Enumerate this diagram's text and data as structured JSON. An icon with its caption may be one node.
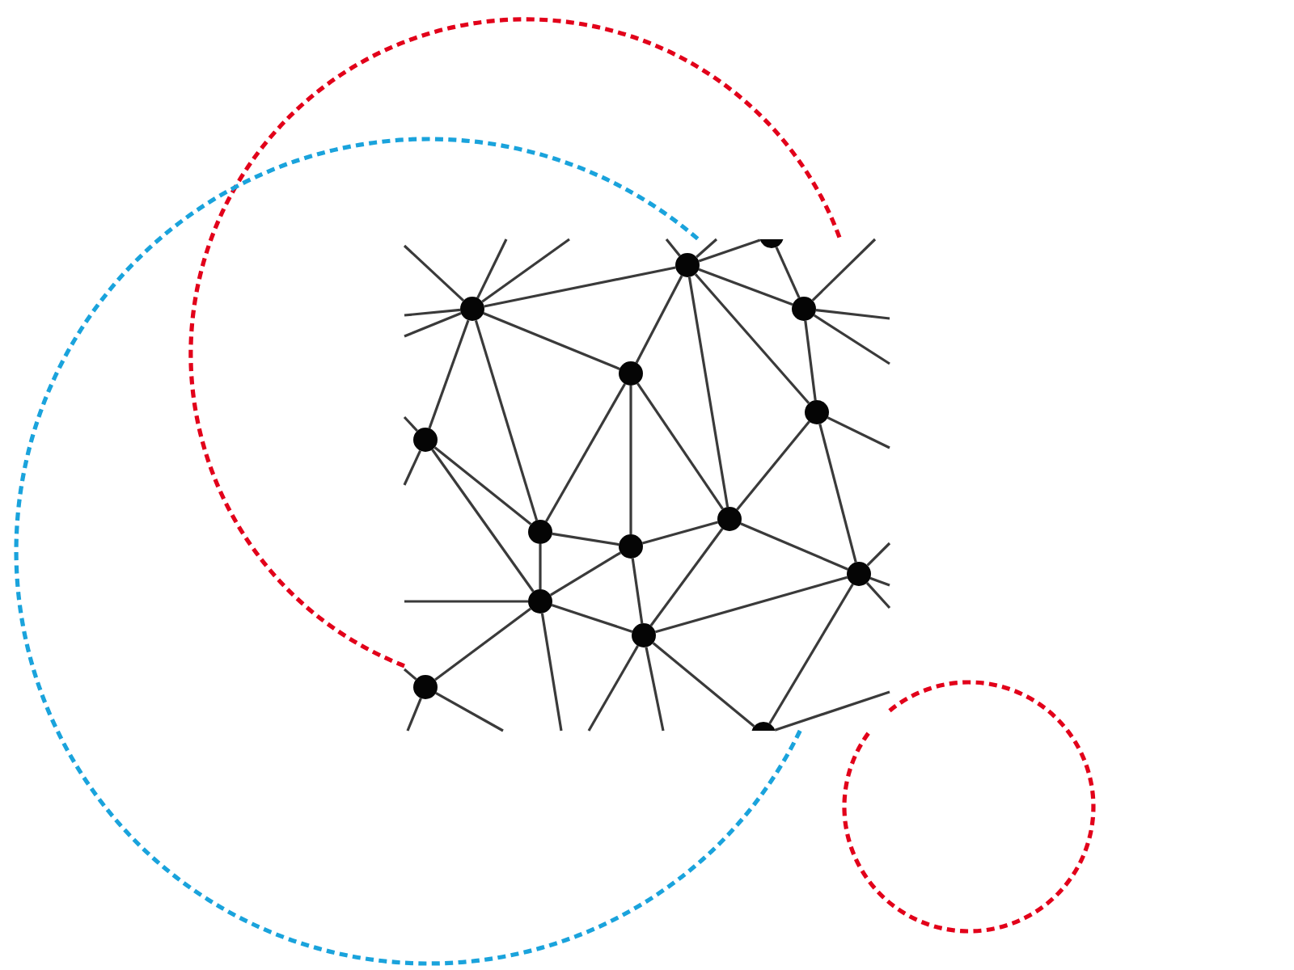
{
  "diagram": {
    "nodes": [
      {
        "text": [],
        "shape": "circle"
      },
      {
        "text": [],
        "shape": "circle"
      },
      {
        "text": [],
        "shape": "circle"
      },
      {
        "text": [],
        "shape": "circle"
      },
      {
        "text": [],
        "shape": "circle"
      },
      {
        "text": [],
        "shape": "circle"
      },
      {
        "text": [],
        "shape": "circle"
      },
      {
        "text": [],
        "shape": "circle"
      },
      {
        "text": [],
        "shape": "circle"
      },
      {
        "text": [],
        "shape": "circle"
      },
      {
        "text": [],
        "shape": "circle"
      },
      {
        "text": [],
        "shape": "circle"
      },
      {
        "text": [],
        "shape": "circle"
      },
      {
        "text": [],
        "shape": "circle"
      },
      {
        "text": [],
        "shape": "circle"
      }
    ],
    "edges": [
      {
        "from": 1,
        "to": 0,
        "arrow": "none"
      },
      {
        "from": 0,
        "to": 3,
        "arrow": "none"
      },
      {
        "from": 2,
        "to": 1,
        "arrow": "none"
      },
      {
        "from": 1,
        "to": 3,
        "arrow": "none"
      },
      {
        "from": 1,
        "to": 4,
        "arrow": "none"
      },
      {
        "from": 1,
        "to": 5,
        "arrow": "none"
      },
      {
        "from": 1,
        "to": 7,
        "arrow": "none"
      },
      {
        "from": 2,
        "to": 4,
        "arrow": "none"
      },
      {
        "from": 2,
        "to": 6,
        "arrow": "none"
      },
      {
        "from": 2,
        "to": 8,
        "arrow": "none"
      },
      {
        "from": 3,
        "to": 5,
        "arrow": "none"
      },
      {
        "from": 4,
        "to": 8,
        "arrow": "none"
      },
      {
        "from": 4,
        "to": 9,
        "arrow": "none"
      },
      {
        "from": 4,
        "to": 7,
        "arrow": "none"
      },
      {
        "from": 5,
        "to": 7,
        "arrow": "none"
      },
      {
        "from": 5,
        "to": 10,
        "arrow": "none"
      },
      {
        "from": 6,
        "to": 8,
        "arrow": "none"
      },
      {
        "from": 6,
        "to": 11,
        "arrow": "none"
      },
      {
        "from": 8,
        "to": 9,
        "arrow": "none"
      },
      {
        "from": 8,
        "to": 11,
        "arrow": "none"
      },
      {
        "from": 9,
        "to": 7,
        "arrow": "none"
      },
      {
        "from": 9,
        "to": 11,
        "arrow": "none"
      },
      {
        "from": 9,
        "to": 12,
        "arrow": "none"
      },
      {
        "from": 7,
        "to": 12,
        "arrow": "none"
      },
      {
        "from": 7,
        "to": 10,
        "arrow": "none"
      },
      {
        "from": 11,
        "to": 12,
        "arrow": "none"
      },
      {
        "from": 11,
        "to": 13,
        "arrow": "none"
      },
      {
        "from": 12,
        "to": 10,
        "arrow": "none"
      },
      {
        "from": 12,
        "to": 14,
        "arrow": "none"
      },
      {
        "from": 10,
        "to": 14,
        "arrow": "none"
      },
      {
        "from": 2,
        "to": null,
        "arrow": "none"
      },
      {
        "from": 2,
        "to": null,
        "arrow": "none"
      },
      {
        "from": 2,
        "to": null,
        "arrow": "none"
      },
      {
        "from": 2,
        "to": null,
        "arrow": "none"
      },
      {
        "from": 2,
        "to": null,
        "arrow": "none"
      },
      {
        "from": 1,
        "to": null,
        "arrow": "none"
      },
      {
        "from": 1,
        "to": null,
        "arrow": "none"
      },
      {
        "from": 3,
        "to": null,
        "arrow": "none"
      },
      {
        "from": 3,
        "to": null,
        "arrow": "none"
      },
      {
        "from": 3,
        "to": null,
        "arrow": "none"
      },
      {
        "from": 5,
        "to": null,
        "arrow": "none"
      },
      {
        "from": 6,
        "to": null,
        "arrow": "none"
      },
      {
        "from": 6,
        "to": null,
        "arrow": "none"
      },
      {
        "from": 10,
        "to": null,
        "arrow": "none"
      },
      {
        "from": 10,
        "to": null,
        "arrow": "none"
      },
      {
        "from": 10,
        "to": null,
        "arrow": "none"
      },
      {
        "from": 11,
        "to": null,
        "arrow": "none"
      },
      {
        "from": 11,
        "to": null,
        "arrow": "none"
      },
      {
        "from": 12,
        "to": null,
        "arrow": "none"
      },
      {
        "from": 12,
        "to": null,
        "arrow": "none"
      },
      {
        "from": 13,
        "to": null,
        "arrow": "none"
      },
      {
        "from": 13,
        "to": null,
        "arrow": "none"
      },
      {
        "from": 13,
        "to": null,
        "arrow": "none"
      },
      {
        "from": 14,
        "to": null,
        "arrow": "none"
      }
    ]
  }
}
